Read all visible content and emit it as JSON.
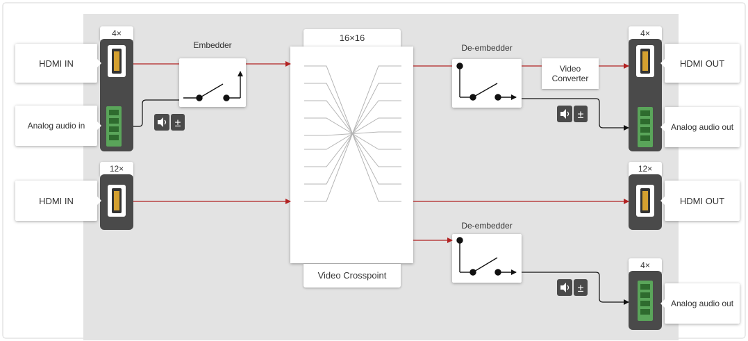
{
  "inputs": {
    "group1_count": "4×",
    "group2_count": "12×",
    "hdmi_in_1": "HDMI IN",
    "hdmi_in_2": "HDMI IN",
    "analog_in": "Analog audio in"
  },
  "embedder": {
    "title": "Embedder"
  },
  "crosspoint": {
    "size": "16×16",
    "caption": "Video Crosspoint"
  },
  "deembedder_1": {
    "title": "De-embedder"
  },
  "deembedder_2": {
    "title": "De-embedder"
  },
  "converter": {
    "line1": "Video",
    "line2": "Converter"
  },
  "outputs": {
    "group1_count": "4×",
    "group2_count": "12×",
    "group3_count": "4×",
    "hdmi_out_1": "HDMI OUT",
    "hdmi_out_2": "HDMI OUT",
    "analog_out_1": "Analog audio out",
    "analog_out_2": "Analog audio out"
  },
  "volume": {
    "symbol": "±"
  },
  "colors": {
    "signal_line": "#b22222",
    "panel": "#e3e3e3",
    "port_body": "#4a4a4a",
    "terminal_green": "#5aa55a"
  },
  "icons": [
    "hdmi-port-icon",
    "terminal-block-icon",
    "speaker-icon",
    "switch-icon"
  ]
}
